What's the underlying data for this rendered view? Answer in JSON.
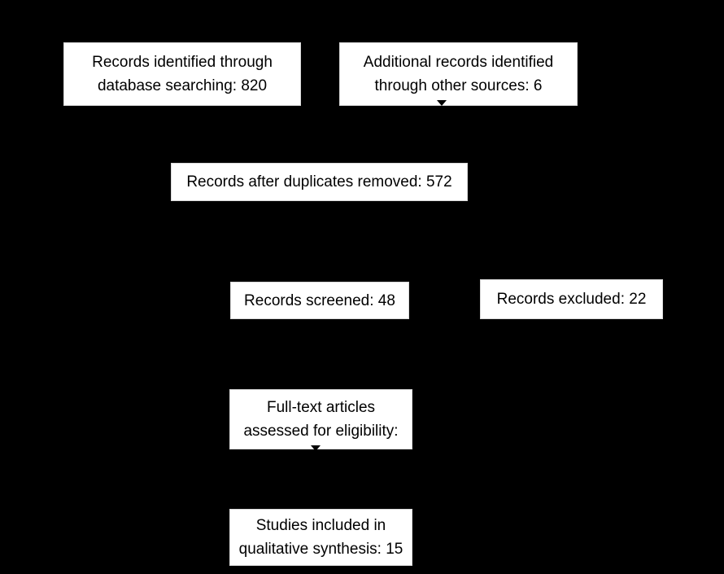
{
  "diagram": {
    "type": "flowchart",
    "colors": {
      "background": "#000000",
      "box_fill": "#ffffff",
      "box_border": "#d9d9d9",
      "text": "#000000"
    },
    "boxes": [
      {
        "id": "records-identified-database",
        "label": "Records identified through\ndatabase searching: 820"
      },
      {
        "id": "records-identified-other-sources",
        "label": "Additional records identified\nthrough other sources: 6"
      },
      {
        "id": "records-after-duplicates-removed",
        "label": "Records after duplicates removed: 572"
      },
      {
        "id": "records-screened",
        "label": "Records screened: 48"
      },
      {
        "id": "records-excluded",
        "label": "Records excluded: 22"
      },
      {
        "id": "fulltext-articles-assessed",
        "label": "Full-text articles\nassessed for eligibility:"
      },
      {
        "id": "studies-included-qualitative",
        "label": "Studies included in\nqualitative synthesis: 15"
      }
    ]
  }
}
